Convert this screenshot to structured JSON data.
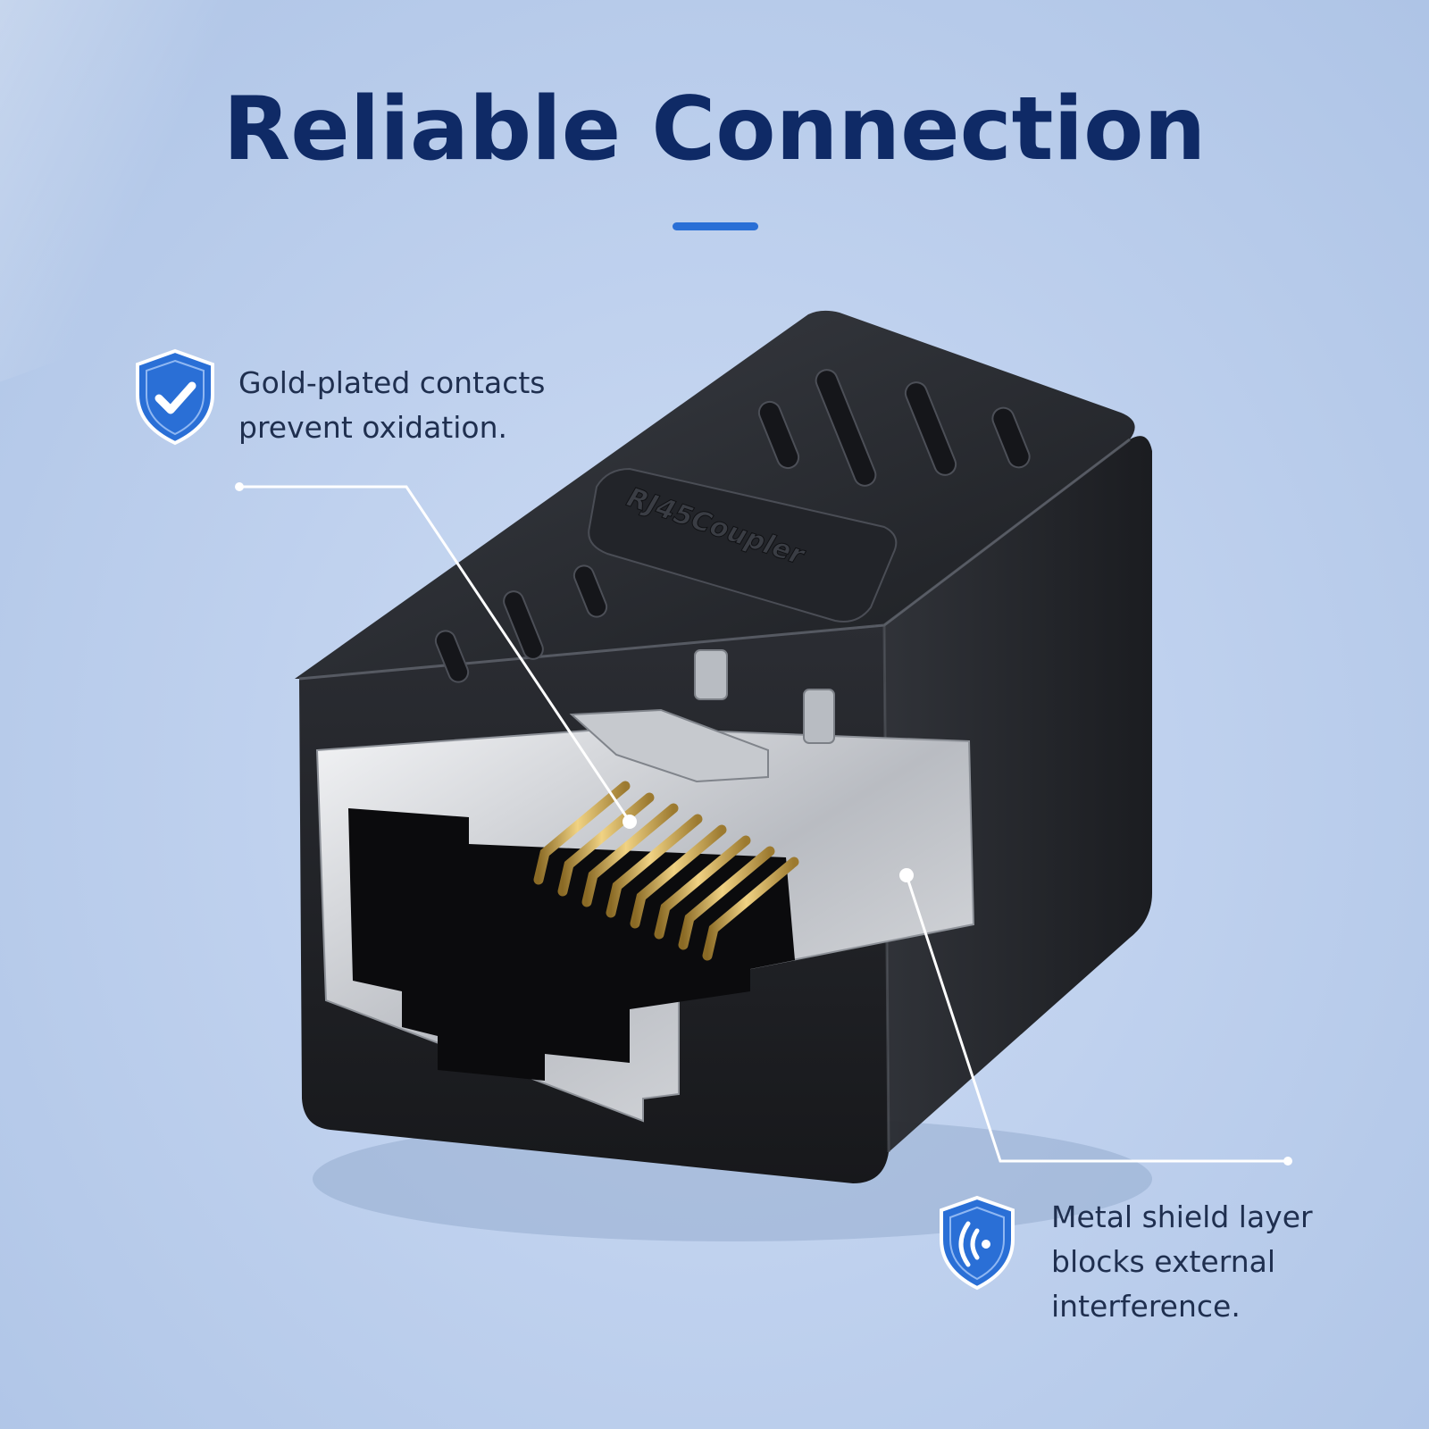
{
  "headline": {
    "title": "Reliable Connection"
  },
  "product": {
    "engraving": "RJ45Coupler"
  },
  "callouts": [
    {
      "icon": "shield-check-icon",
      "lines": [
        "Gold-plated contacts",
        "prevent oxidation."
      ]
    },
    {
      "icon": "shield-signal-icon",
      "lines": [
        "Metal shield layer",
        "blocks external",
        "interference."
      ]
    }
  ],
  "colors": {
    "title": "#0f2a66",
    "accent": "#2a6fd6",
    "shield": "#2a6fd6",
    "gold": "#c9a24a"
  }
}
